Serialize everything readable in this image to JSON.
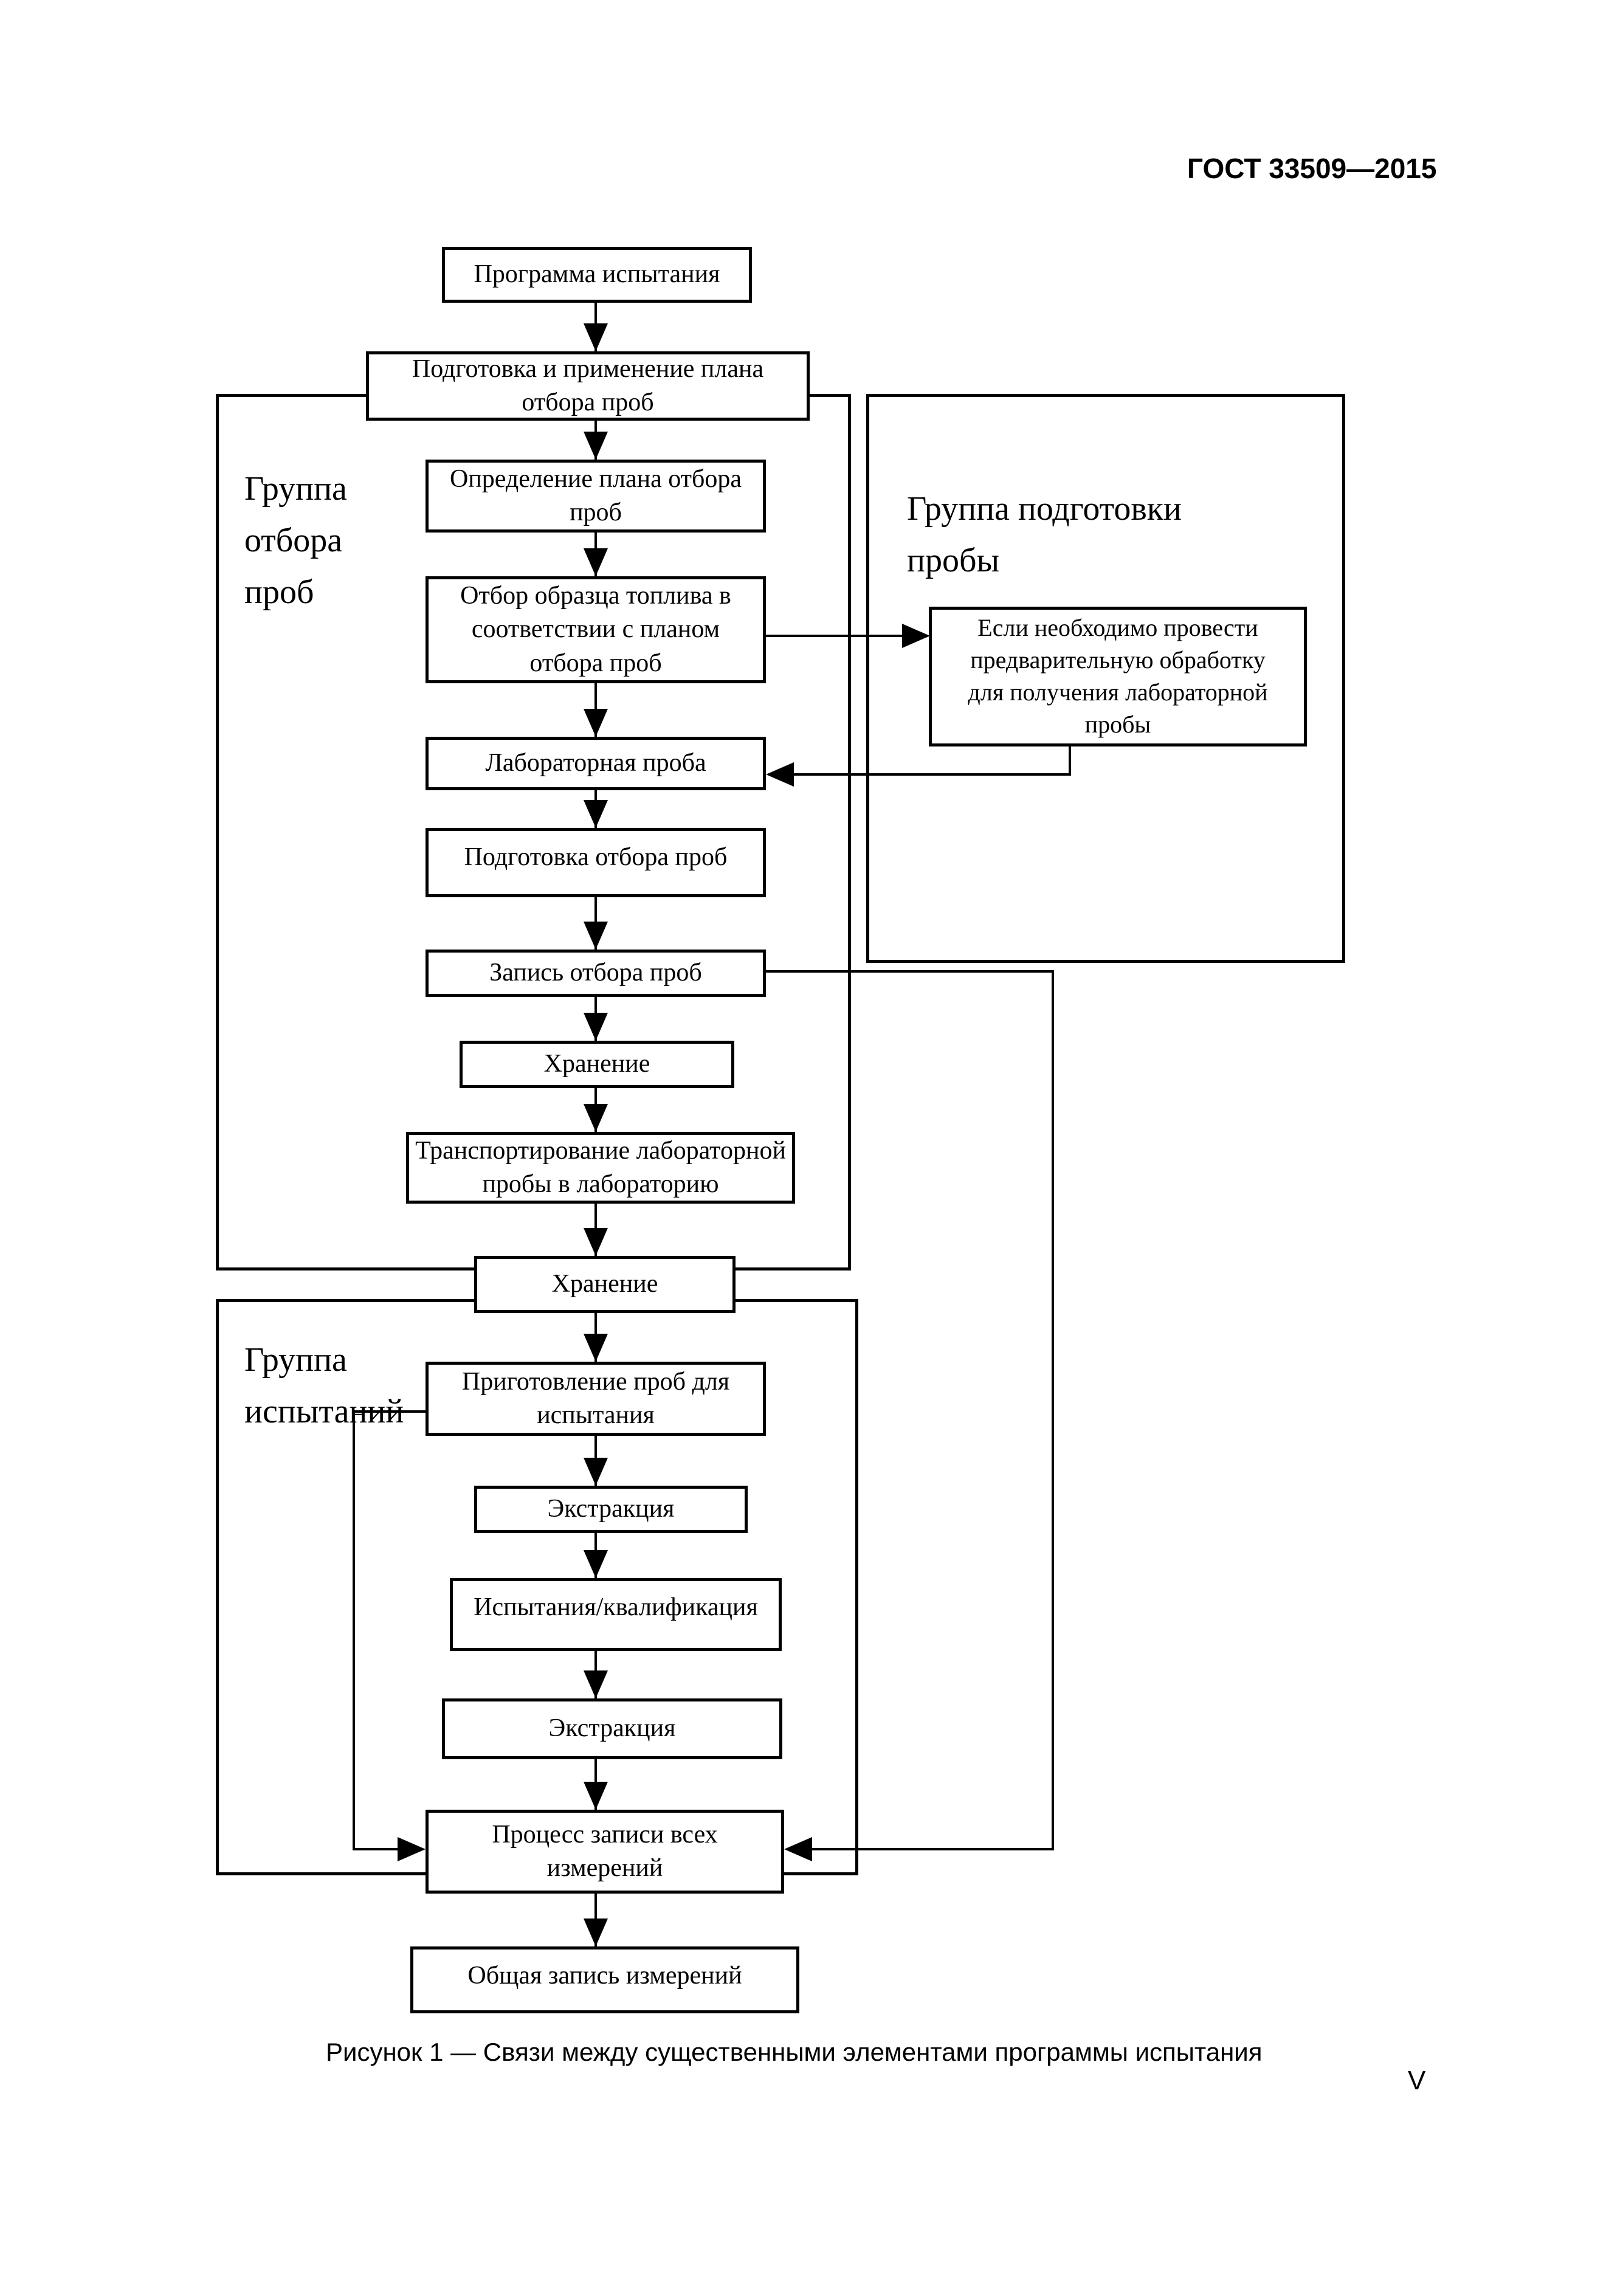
{
  "page": {
    "header": "ГОСТ 33509—2015",
    "caption": "Рисунок 1 — Связи между существенными элементами программы испытания",
    "page_number": "V"
  },
  "groups": {
    "sampling": {
      "label": "Группа\nотбора\nпроб"
    },
    "sample_preparation": {
      "label": "Группа подготовки\nпробы"
    },
    "testing": {
      "label": "Группа\nиспытаний"
    }
  },
  "nodes": {
    "program": {
      "text": "Программа испытания"
    },
    "prep_plan": {
      "text": "Подготовка и применение плана\nотбора проб"
    },
    "define_plan": {
      "text": "Определение плана отбора\nпроб"
    },
    "fuel_sample": {
      "text": "Отбор образца топлива в\nсоответствии с планом\nотбора проб"
    },
    "preprocessing": {
      "text": "Если необходимо провести\nпредварительную обработку\nдля получения лабораторной\nпробы"
    },
    "lab_sample": {
      "text": "Лабораторная проба"
    },
    "prep_sampling": {
      "text": "Подготовка отбора проб"
    },
    "record_sampling": {
      "text": "Запись отбора проб"
    },
    "storage_1": {
      "text": "Хранение"
    },
    "transport": {
      "text": "Транспортирование лабораторной\nпробы в лабораторию"
    },
    "storage_2": {
      "text": "Хранение"
    },
    "prep_test": {
      "text": "Приготовление проб для\nиспытания"
    },
    "extraction_1": {
      "text": "Экстракция"
    },
    "test_qualification": {
      "text": "Испытания/квалификация"
    },
    "extraction_2": {
      "text": "Экстракция"
    },
    "record_process": {
      "text": "Процесс записи всех\nизмерений"
    },
    "total_record": {
      "text": "Общая запись измерений"
    }
  },
  "edges": [
    {
      "from": "program",
      "to": "prep_plan"
    },
    {
      "from": "prep_plan",
      "to": "define_plan"
    },
    {
      "from": "define_plan",
      "to": "fuel_sample"
    },
    {
      "from": "fuel_sample",
      "to": "lab_sample"
    },
    {
      "from": "fuel_sample",
      "to": "preprocessing"
    },
    {
      "from": "preprocessing",
      "to": "lab_sample"
    },
    {
      "from": "lab_sample",
      "to": "prep_sampling"
    },
    {
      "from": "prep_sampling",
      "to": "record_sampling"
    },
    {
      "from": "record_sampling",
      "to": "storage_1"
    },
    {
      "from": "record_sampling",
      "to": "record_process"
    },
    {
      "from": "storage_1",
      "to": "transport"
    },
    {
      "from": "transport",
      "to": "storage_2"
    },
    {
      "from": "storage_2",
      "to": "prep_test"
    },
    {
      "from": "prep_test",
      "to": "extraction_1"
    },
    {
      "from": "prep_test",
      "to": "record_process"
    },
    {
      "from": "extraction_1",
      "to": "test_qualification"
    },
    {
      "from": "test_qualification",
      "to": "extraction_2"
    },
    {
      "from": "extraction_2",
      "to": "record_process"
    },
    {
      "from": "record_process",
      "to": "total_record"
    }
  ]
}
